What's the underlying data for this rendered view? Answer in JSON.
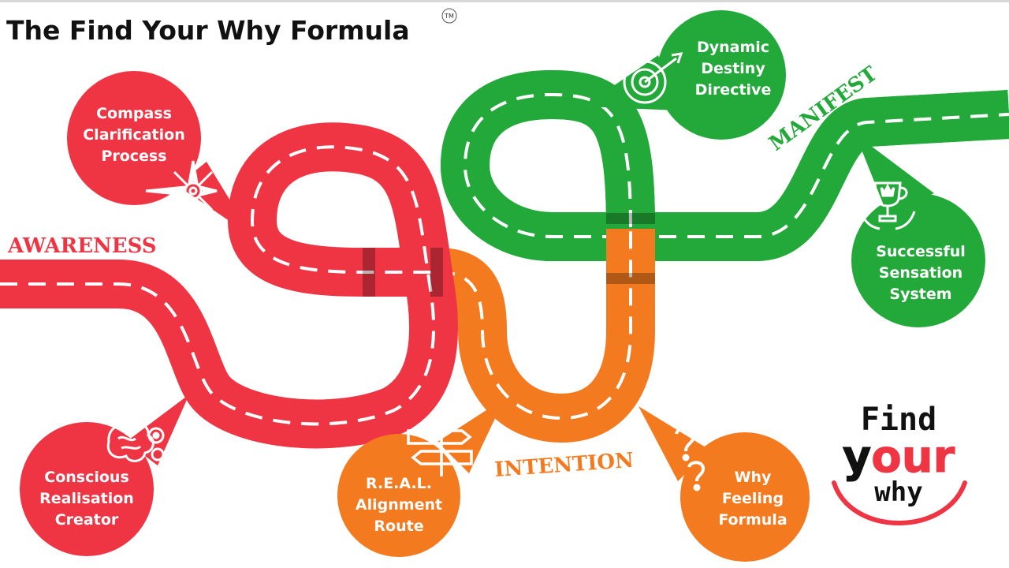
{
  "title": "The Find Your Why Formula",
  "trademark": "TM",
  "colors": {
    "red": "#ef3544",
    "orange": "#f47a1f",
    "green": "#22a93a",
    "dark": "#111111"
  },
  "stages": [
    {
      "key": "awareness",
      "label": "AWARENESS",
      "color": "#ef3544"
    },
    {
      "key": "intention",
      "label": "INTENTION",
      "color": "#f47a1f"
    },
    {
      "key": "manifest",
      "label": "MANIFEST",
      "color": "#22a93a"
    }
  ],
  "bubbles": [
    {
      "key": "compass",
      "lines": [
        "Compass",
        "Clarification",
        "Process"
      ],
      "stage": "awareness",
      "icon": "compass-icon"
    },
    {
      "key": "conscious",
      "lines": [
        "Conscious",
        "Realisation",
        "Creator"
      ],
      "stage": "awareness",
      "icon": "brain-gears-icon"
    },
    {
      "key": "real",
      "lines": [
        "R.E.A.L.",
        "Alignment",
        "Route"
      ],
      "stage": "intention",
      "icon": "signpost-icon"
    },
    {
      "key": "feeling",
      "lines": [
        "Why",
        "Feeling",
        "Formula"
      ],
      "stage": "intention",
      "icon": "question-marks-icon"
    },
    {
      "key": "dynamic",
      "lines": [
        "Dynamic",
        "Destiny",
        "Directive"
      ],
      "stage": "manifest",
      "icon": "target-icon"
    },
    {
      "key": "success",
      "lines": [
        "Successful",
        "Sensation",
        "System"
      ],
      "stage": "manifest",
      "icon": "trophy-icon"
    }
  ],
  "logo": {
    "line1": "Find",
    "line2": "your",
    "line3": "why"
  }
}
